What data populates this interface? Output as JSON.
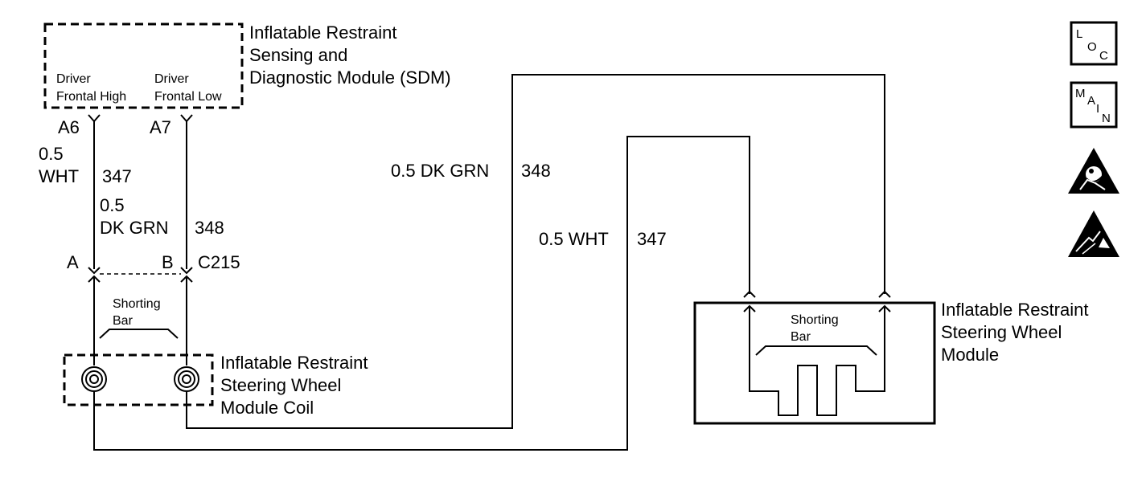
{
  "sdm": {
    "title_lines": [
      "Inflatable Restraint",
      "Sensing and",
      "Diagnostic Module (SDM)"
    ],
    "pin_labels": {
      "high": [
        "Driver",
        "Frontal High"
      ],
      "low": [
        "Driver",
        "Frontal Low"
      ]
    },
    "terminals": {
      "high": "A6",
      "low": "A7"
    }
  },
  "wires": {
    "left_high": {
      "size": "0.5",
      "color": "WHT",
      "circuit": "347"
    },
    "left_low": {
      "size": "0.5",
      "color": "DK GRN",
      "circuit": "348"
    },
    "right_green": {
      "label": "0.5 DK GRN",
      "circuit": "348"
    },
    "right_white": {
      "label": "0.5 WHT",
      "circuit": "347"
    }
  },
  "connector": {
    "pin_a": "A",
    "pin_b": "B",
    "name": "C215"
  },
  "coil": {
    "shorting_bar": [
      "Shorting",
      "Bar"
    ],
    "title_lines": [
      "Inflatable Restraint",
      "Steering Wheel",
      "Module Coil"
    ]
  },
  "module": {
    "shorting_bar": [
      "Shorting",
      "Bar"
    ],
    "title_lines": [
      "Inflatable Restraint",
      "Steering Wheel",
      "Module"
    ]
  },
  "icons": {
    "loc": [
      "L",
      "O",
      "C"
    ],
    "main": [
      "M",
      "A",
      "I",
      "N"
    ],
    "airbag_warning": "airbag-warning-icon",
    "esd_warning": "esd-warning-icon"
  }
}
